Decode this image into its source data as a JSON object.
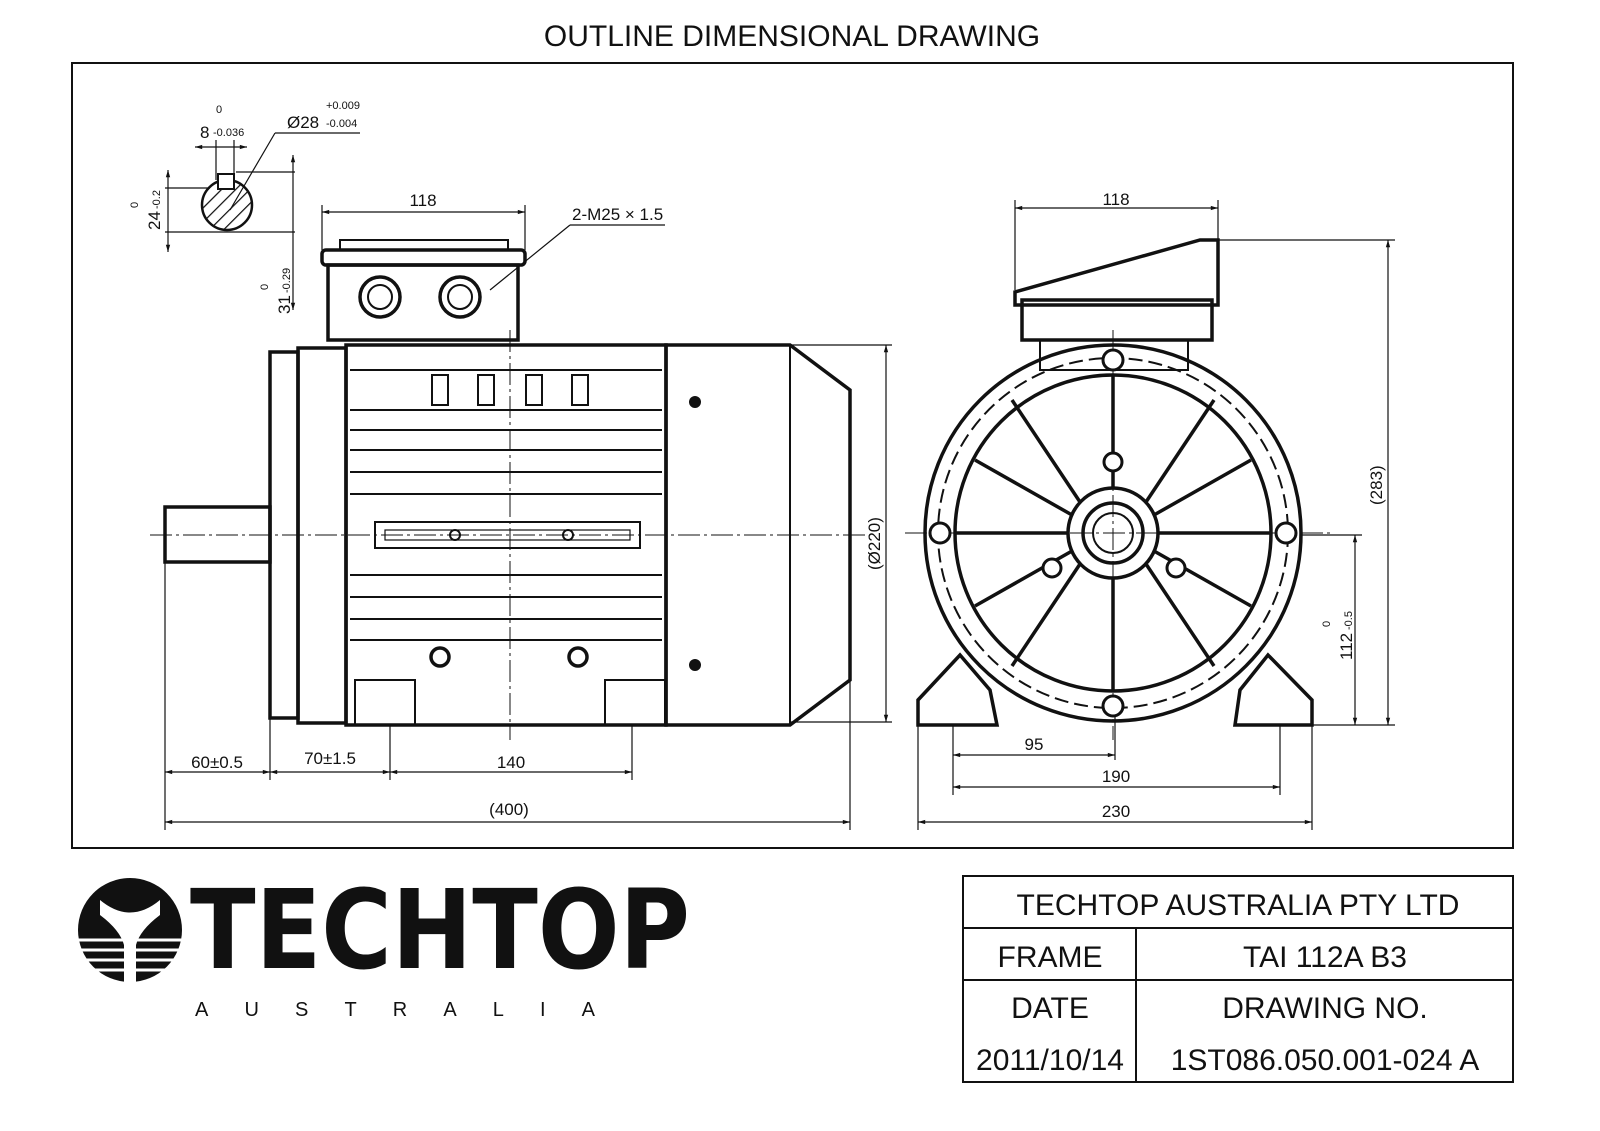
{
  "drawing": {
    "title": "OUTLINE DIMENSIONAL DRAWING",
    "shaft_detail": {
      "key_width": "8",
      "key_width_tol_upper": "0",
      "key_width_tol_lower": "-0.036",
      "shaft_diameter": "Ø28",
      "shaft_diameter_tol_upper": "+0.009",
      "shaft_diameter_tol_lower": "-0.004",
      "key_height": "24",
      "key_height_tol_upper": "0",
      "key_height_tol_lower": "-0.2",
      "shaft_height": "31",
      "shaft_height_tol_upper": "0",
      "shaft_height_tol_lower": "-0.29"
    },
    "side_view": {
      "terminal_box_width": "118",
      "cable_entry": "2-M25 × 1.5",
      "body_diameter": "(Ø220)",
      "shaft_length": "60±0.5",
      "shaft_to_foot": "70±1.5",
      "foot_spacing": "140",
      "overall_length": "(400)"
    },
    "end_view": {
      "terminal_box_width": "118",
      "overall_height": "(283)",
      "center_height": "112",
      "center_height_tol_upper": "0",
      "center_height_tol_lower": "-0.5",
      "half_foot_spacing": "95",
      "foot_spacing": "190",
      "overall_width": "230"
    }
  },
  "logo": {
    "brand": "TECHTOP",
    "sub": "AUSTRALIA"
  },
  "title_block": {
    "company": "TECHTOP AUSTRALIA PTY LTD",
    "frame_label": "FRAME",
    "frame_value": "TAI 112A B3",
    "date_label": "DATE",
    "drawing_no_label": "DRAWING NO.",
    "date_value": "2011/10/14",
    "drawing_no_value": "1ST086.050.001-024 A"
  }
}
